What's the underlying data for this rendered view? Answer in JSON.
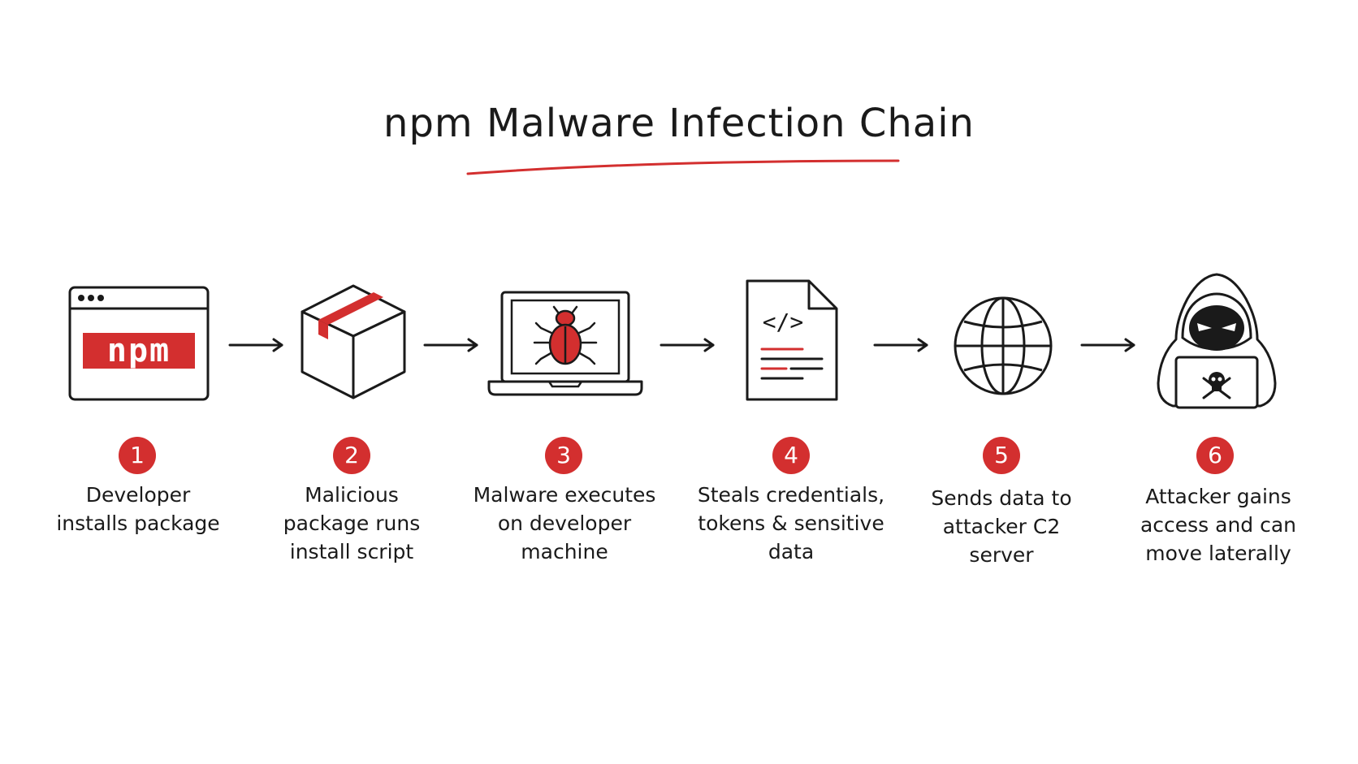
{
  "title": "npm Malware Infection Chain",
  "colors": {
    "accent": "#d32f2f",
    "ink": "#1a1a1a",
    "background": "#ffffff"
  },
  "steps": [
    {
      "number": "1",
      "lines": [
        "Developer",
        "installs package"
      ],
      "icon": "npm-browser-window-icon",
      "icon_text": "npm"
    },
    {
      "number": "2",
      "lines": [
        "Malicious",
        "package runs",
        "install script"
      ],
      "icon": "package-box-icon"
    },
    {
      "number": "3",
      "lines": [
        "Malware executes",
        "on developer",
        "machine"
      ],
      "icon": "laptop-bug-icon"
    },
    {
      "number": "4",
      "lines": [
        "Steals credentials,",
        "tokens & sensitive",
        "data"
      ],
      "icon": "code-document-icon",
      "icon_text": "</>"
    },
    {
      "number": "5",
      "lines": [
        "Sends data to",
        "attacker C2",
        "server"
      ],
      "icon": "globe-icon"
    },
    {
      "number": "6",
      "lines": [
        "Attacker gains",
        "access and can",
        "move laterally"
      ],
      "icon": "hooded-hacker-icon"
    }
  ]
}
